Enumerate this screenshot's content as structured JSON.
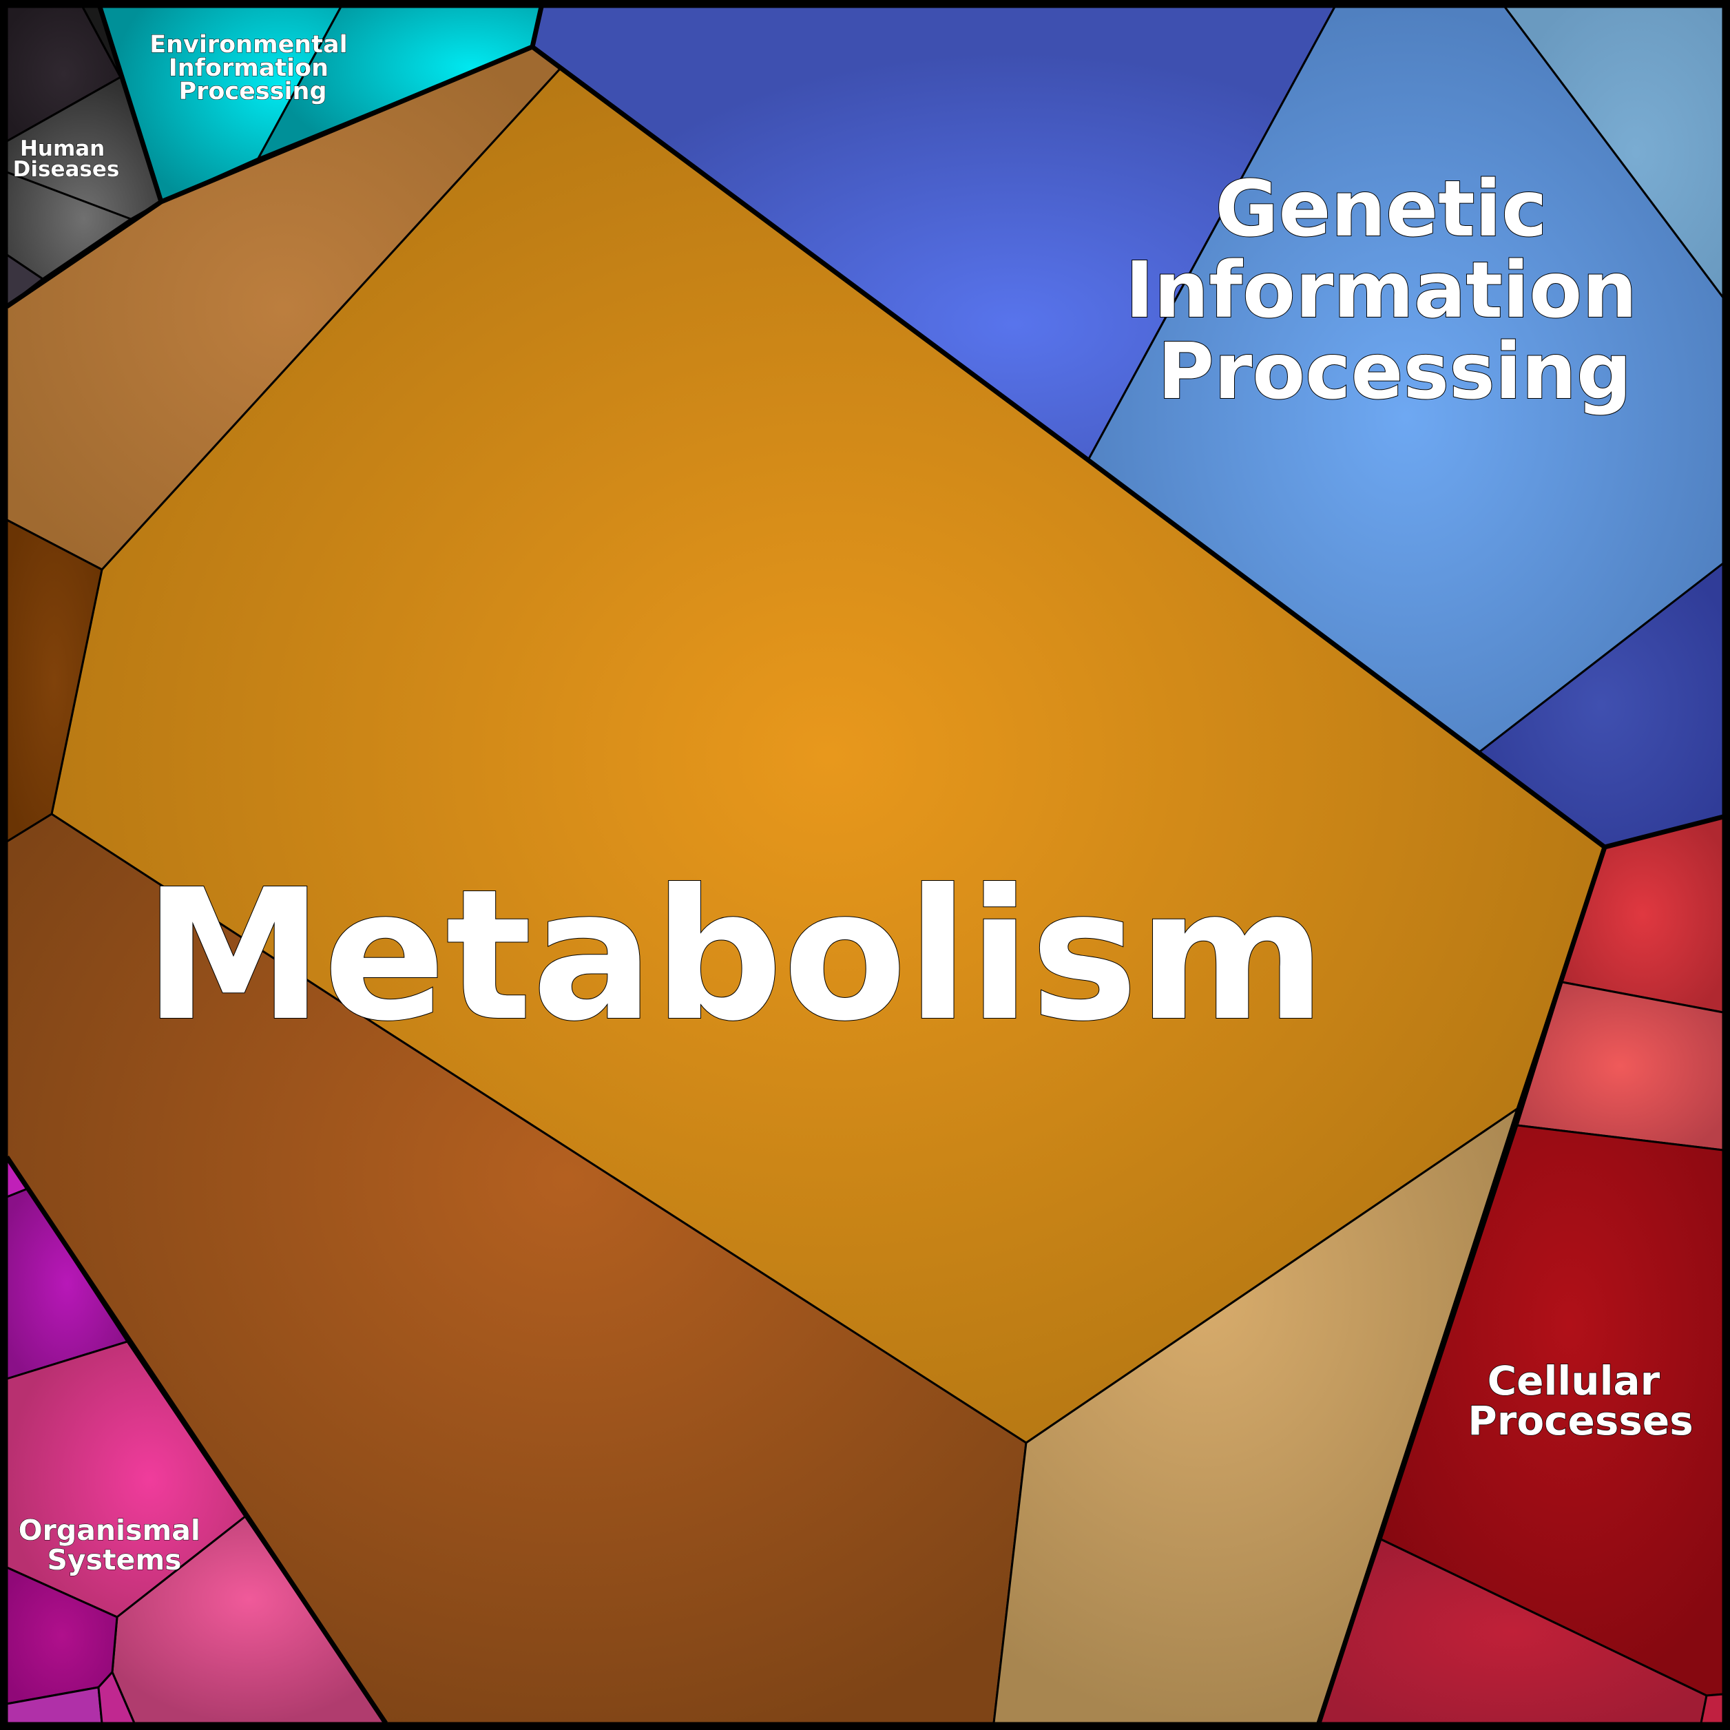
{
  "diagram": {
    "type": "voronoi-treemap",
    "categories": [
      {
        "id": "metabolism",
        "label": "Metabolism",
        "color": "#e8981c"
      },
      {
        "id": "genetic",
        "label": "Genetic Information Processing",
        "color": "#5a8fe0"
      },
      {
        "id": "cellular",
        "label": "Cellular Processes",
        "color": "#b01020"
      },
      {
        "id": "organismal",
        "label": "Organismal Systems",
        "color": "#e0409a"
      },
      {
        "id": "environmental",
        "label": "Environmental Information Processing",
        "color": "#00c8d0"
      },
      {
        "id": "human",
        "label": "Human Diseases",
        "color": "#404040"
      }
    ],
    "labels": {
      "metabolism": [
        "Metabolism"
      ],
      "genetic": [
        "Genetic",
        "Information",
        "Processing"
      ],
      "cellular": [
        "Cellular",
        "Processes"
      ],
      "organismal": [
        "Organismal",
        "Systems"
      ],
      "environmental": [
        "Environmental",
        "Information",
        "Processing"
      ],
      "human": [
        "Human",
        "Diseases"
      ]
    }
  }
}
